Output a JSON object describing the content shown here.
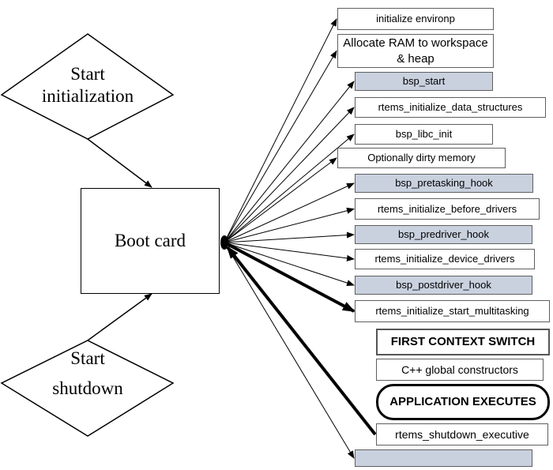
{
  "diagram": {
    "start_initialization": [
      "Start",
      "initialization"
    ],
    "start_shutdown": [
      "Start",
      "shutdown"
    ],
    "boot_card": "Boot card",
    "steps": [
      {
        "id": "initialize-environp",
        "label": "initialize environp",
        "style": "plain",
        "arrow": "out"
      },
      {
        "id": "allocate-ram",
        "label": "Allocate RAM to workspace & heap",
        "style": "plain",
        "arrow": "out"
      },
      {
        "id": "bsp-start",
        "label": "bsp_start",
        "style": "shaded",
        "arrow": "out"
      },
      {
        "id": "rtems-initialize-data-structures",
        "label": "rtems_initialize_data_structures",
        "style": "plain",
        "arrow": "out"
      },
      {
        "id": "bsp-libc-init",
        "label": "bsp_libc_init",
        "style": "plain",
        "arrow": "out"
      },
      {
        "id": "optionally-dirty-memory",
        "label": "Optionally dirty memory",
        "style": "plain",
        "arrow": "out"
      },
      {
        "id": "bsp-pretasking-hook",
        "label": "bsp_pretasking_hook",
        "style": "shaded",
        "arrow": "out"
      },
      {
        "id": "rtems-initialize-before-drivers",
        "label": "rtems_initialize_before_drivers",
        "style": "plain",
        "arrow": "out"
      },
      {
        "id": "bsp-predriver-hook",
        "label": "bsp_predriver_hook",
        "style": "shaded",
        "arrow": "out"
      },
      {
        "id": "rtems-initialize-device-drivers",
        "label": "rtems_initialize_device_drivers",
        "style": "plain",
        "arrow": "out"
      },
      {
        "id": "bsp-postdriver-hook",
        "label": "bsp_postdriver_hook",
        "style": "shaded",
        "arrow": "out"
      },
      {
        "id": "rtems-initialize-start-multitasking",
        "label": "rtems_initialize_start_multitasking",
        "style": "plain",
        "arrow": "out-bold"
      },
      {
        "id": "first-context-switch",
        "label": "FIRST CONTEXT SWITCH",
        "style": "bold",
        "arrow": "none"
      },
      {
        "id": "cpp-global-constructors",
        "label": "C++ global constructors",
        "style": "plain",
        "arrow": "none"
      },
      {
        "id": "application-executes",
        "label": "APPLICATION EXECUTES",
        "style": "pill",
        "arrow": "none"
      },
      {
        "id": "rtems-shutdown-executive",
        "label": "rtems_shutdown_executive",
        "style": "plain",
        "arrow": "in-bold"
      },
      {
        "id": "final-shaded",
        "label": "",
        "style": "shaded",
        "arrow": "out"
      }
    ]
  }
}
